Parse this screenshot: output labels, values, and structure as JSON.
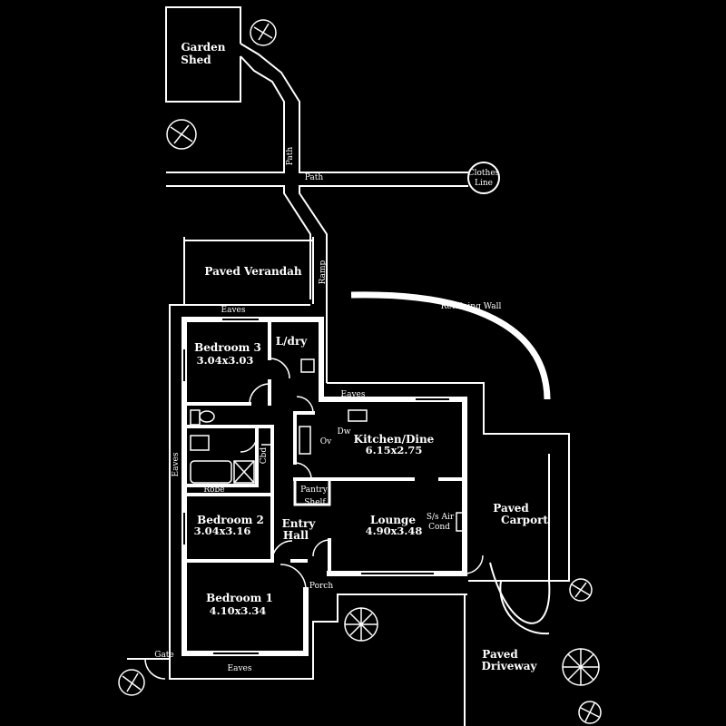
{
  "colors": {
    "background": "#000000",
    "lines": "#ffffff"
  },
  "rooms": {
    "garden_shed": [
      "Garden",
      "Shed"
    ],
    "verandah": "Paved Verandah",
    "bedroom3": {
      "name": "Bedroom 3",
      "dims": "3.04x3.03"
    },
    "laundry": "L/dry",
    "kitchen": {
      "name": "Kitchen/Dine",
      "dims": "6.15x2.75"
    },
    "bedroom2": {
      "name": "Bedroom 2",
      "dims": "3.04x3.16"
    },
    "entry": [
      "Entry",
      "Hall"
    ],
    "lounge": {
      "name": "Lounge",
      "dims": "4.90x3.48"
    },
    "bedroom1": {
      "name": "Bedroom 1",
      "dims": "4.10x3.34"
    },
    "carport": [
      "Paved",
      "Carport"
    ],
    "driveway": [
      "Paved",
      "Driveway"
    ]
  },
  "labels": {
    "path_vertical": "Path",
    "path_horizontal": "Path",
    "clothes_line": [
      "Clothes",
      "Line"
    ],
    "ramp": "Ramp",
    "retaining_wall": "Retaining Wall",
    "eaves_top": "Eaves",
    "eaves_kitchen": "Eaves",
    "eaves_side": "Eaves",
    "eaves_bottom": "Eaves",
    "dw": "Dw",
    "ov": "Ov",
    "cbd": "Cbd",
    "robe": "Robe",
    "pantry": "Pantry",
    "shelf": "Shelf",
    "air_cond": [
      "S/s Air",
      "Cond"
    ],
    "porch": "Porch",
    "gate": "Gate"
  }
}
